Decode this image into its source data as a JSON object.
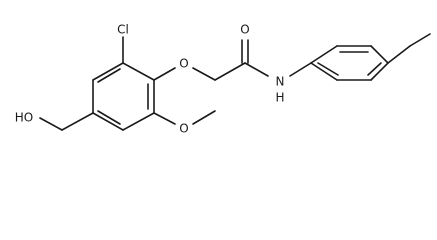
{
  "structure": {
    "atoms": {
      "chlorine": "Cl",
      "ether_oxygen": "O",
      "carbonyl_oxygen": "O",
      "amide_nitrogen": "N",
      "amide_hydrogen": "H",
      "hydroxyl": "HO",
      "methoxy_oxygen": "O"
    }
  }
}
